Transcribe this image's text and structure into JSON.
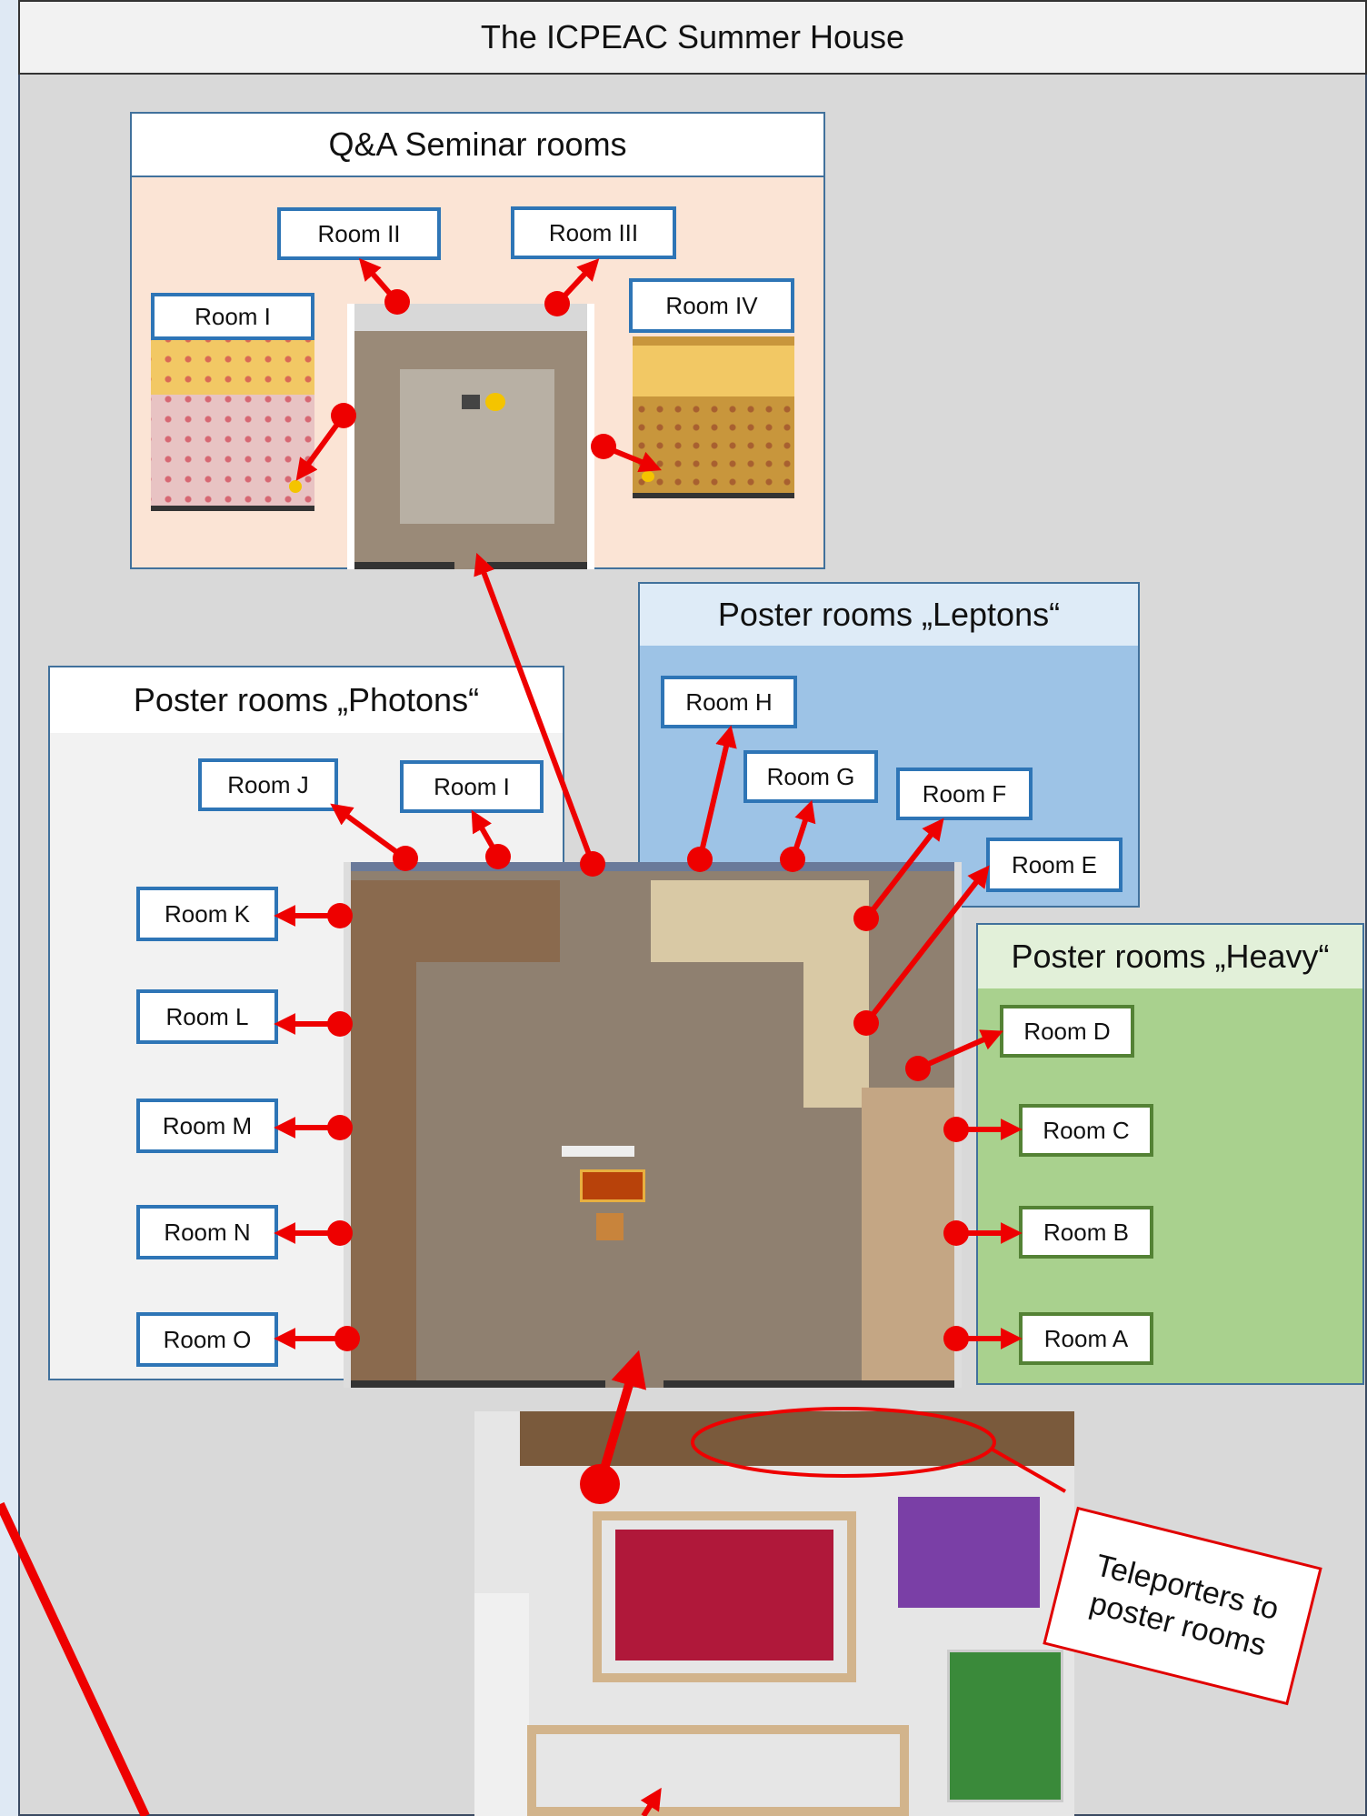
{
  "title": "The ICPEAC Summer House",
  "qa": {
    "title": "Q&A Seminar rooms",
    "rooms": {
      "i": "Room I",
      "ii": "Room II",
      "iii": "Room III",
      "iv": "Room IV"
    }
  },
  "photons": {
    "title": "Poster rooms „Photons“",
    "rooms": {
      "j": "Room J",
      "i": "Room I",
      "k": "Room K",
      "l": "Room L",
      "m": "Room M",
      "n": "Room N",
      "o": "Room O"
    }
  },
  "leptons": {
    "title": "Poster rooms „Leptons“",
    "rooms": {
      "h": "Room H",
      "g": "Room G",
      "f": "Room F",
      "e": "Room E"
    }
  },
  "heavy": {
    "title": "Poster rooms „Heavy“",
    "rooms": {
      "d": "Room D",
      "c": "Room C",
      "b": "Room B",
      "a": "Room A"
    }
  },
  "callout": {
    "line1": "Teleporters to",
    "line2": "poster rooms"
  },
  "colors": {
    "arrow": "#ee0000",
    "blue_border": "#2e75b6",
    "green_border": "#548235",
    "leptons_bg": "#9dc3e6",
    "heavy_bg": "#a9d18e",
    "qa_bg": "#fbe4d5"
  }
}
